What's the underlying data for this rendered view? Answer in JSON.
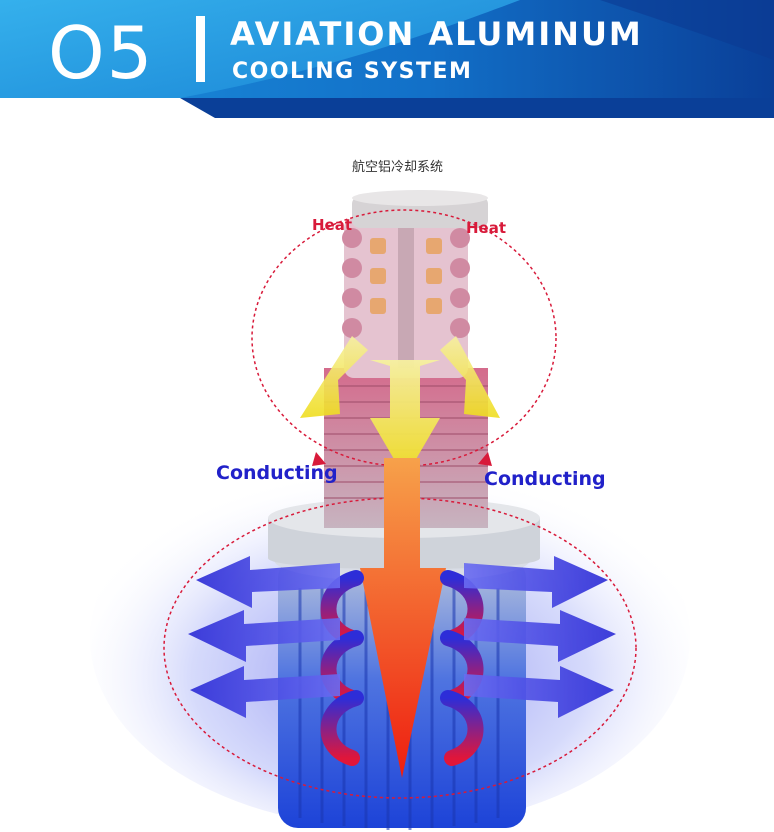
{
  "header": {
    "number": "O5",
    "title": "AVIATION ALUMINUM",
    "subtitle": "COOLING SYSTEM"
  },
  "diagram": {
    "chinese_caption": "航空铝冷却系统",
    "heat_left": "Heat",
    "heat_right": "Heat",
    "conducting_left": "Conducting",
    "conducting_right": "Conducting"
  },
  "colors": {
    "header_blue": "#0a5fb8",
    "header_light": "#2aa3e6",
    "heat_red": "#d81a3a",
    "cooling_blue": "#2b2bd6",
    "arrow_yellow": "#f2e23a"
  }
}
